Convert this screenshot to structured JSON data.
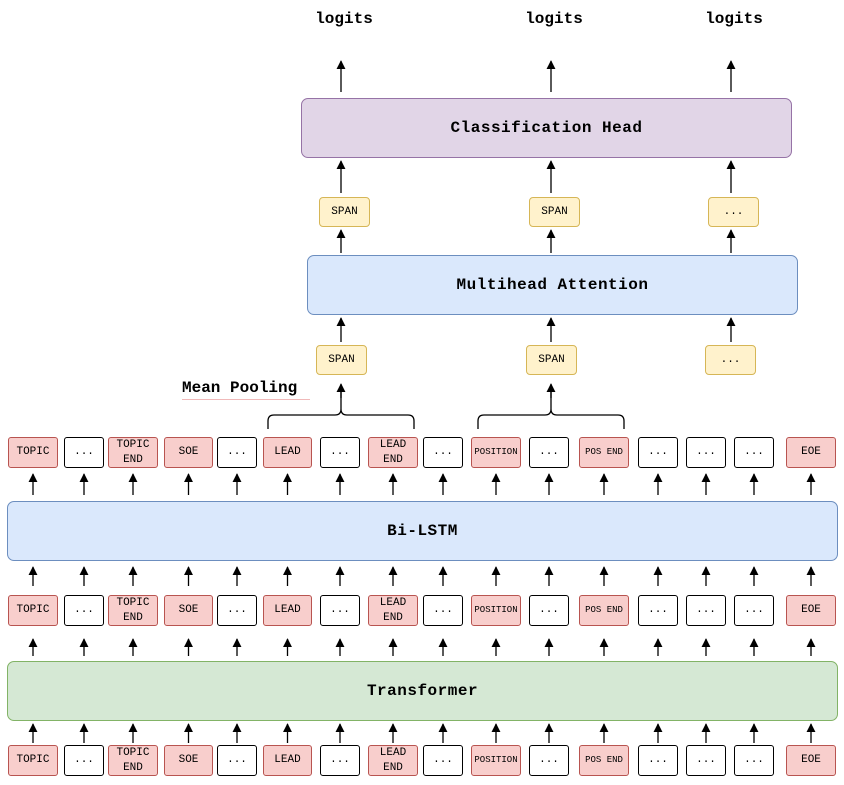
{
  "tokens": [
    {
      "label": "TOPIC",
      "highlight": true
    },
    {
      "label": "...",
      "highlight": false
    },
    {
      "label": "TOPIC\nEND",
      "highlight": true
    },
    {
      "label": "SOE",
      "highlight": true
    },
    {
      "label": "...",
      "highlight": false
    },
    {
      "label": "LEAD",
      "highlight": true
    },
    {
      "label": "...",
      "highlight": false
    },
    {
      "label": "LEAD\nEND",
      "highlight": true
    },
    {
      "label": "...",
      "highlight": false
    },
    {
      "label": "POSITION",
      "highlight": true
    },
    {
      "label": "...",
      "highlight": false
    },
    {
      "label": "POS END",
      "highlight": true
    },
    {
      "label": "...",
      "highlight": false
    },
    {
      "label": "...",
      "highlight": false
    },
    {
      "label": "...",
      "highlight": false
    },
    {
      "label": "EOE",
      "highlight": true
    }
  ],
  "blocks": {
    "transformer": "Transformer",
    "bilstm": "Bi-LSTM",
    "attention": "Multihead Attention",
    "classifier": "Classification Head"
  },
  "pooling_label": "Mean Pooling",
  "spans_pooled": [
    "SPAN",
    "SPAN",
    "..."
  ],
  "spans_attended": [
    "SPAN",
    "SPAN",
    "..."
  ],
  "outputs": [
    "logits",
    "logits",
    "logits"
  ],
  "colors": {
    "token_highlight_fill": "#f8cecc",
    "token_highlight_stroke": "#b85450",
    "span_fill": "#fff2cc",
    "span_stroke": "#d6b656",
    "blue_fill": "#dae8fc",
    "blue_stroke": "#6c8ebf",
    "green_fill": "#d5e8d4",
    "green_stroke": "#82b366",
    "purple_fill": "#e1d5e7",
    "purple_stroke": "#9673a6"
  }
}
